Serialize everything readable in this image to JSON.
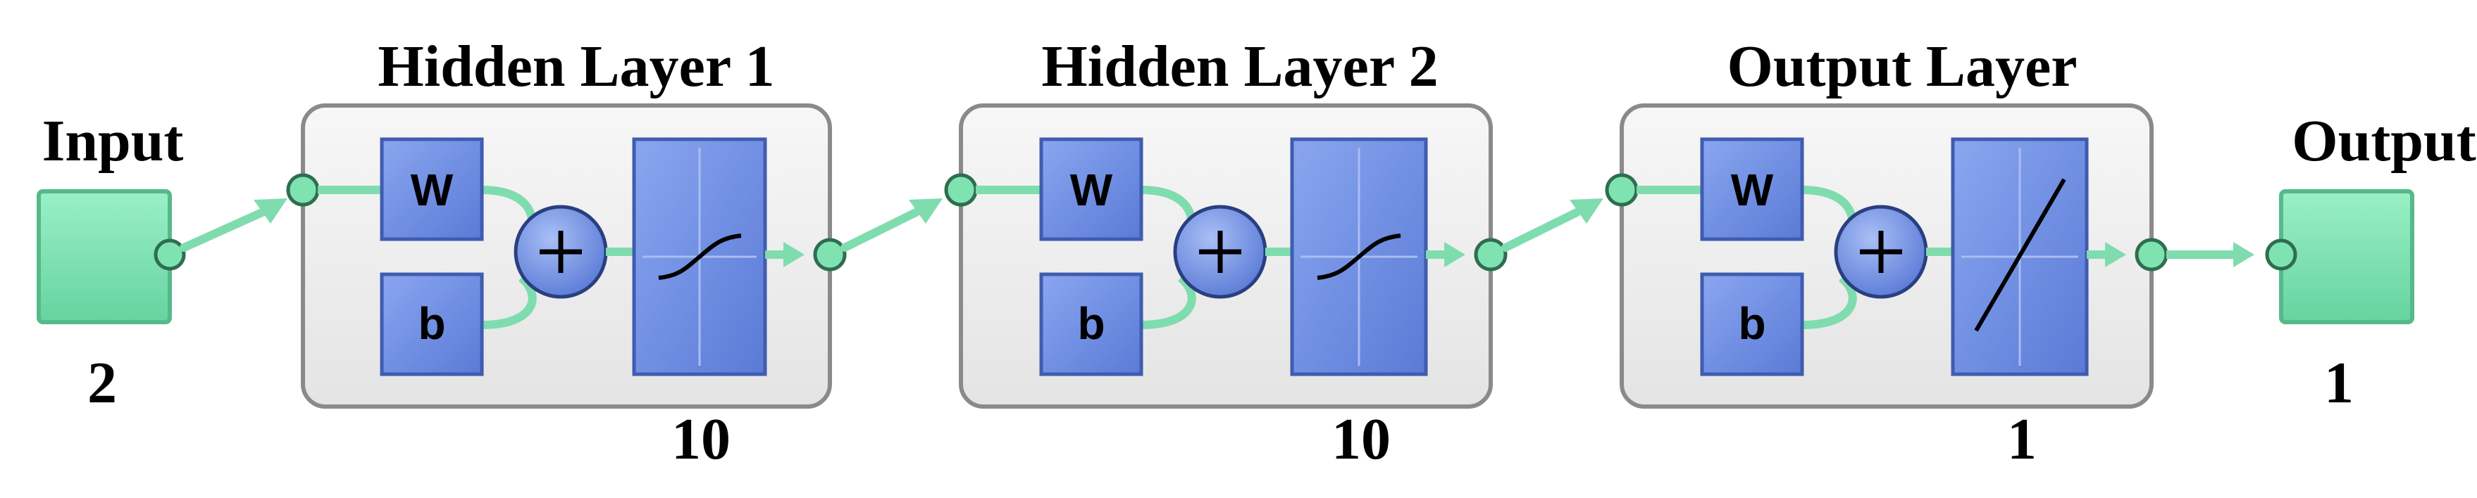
{
  "input": {
    "label": "Input",
    "size": "2"
  },
  "output": {
    "label": "Output",
    "size": "1"
  },
  "layers": [
    {
      "title": "Hidden Layer 1",
      "size": "10",
      "weight_symbol": "W",
      "bias_symbol": "b",
      "transfer": "sigmoid"
    },
    {
      "title": "Hidden Layer 2",
      "size": "10",
      "weight_symbol": "W",
      "bias_symbol": "b",
      "transfer": "sigmoid"
    },
    {
      "title": "Output Layer",
      "size": "1",
      "weight_symbol": "W",
      "bias_symbol": "b",
      "transfer": "linear"
    }
  ],
  "colors": {
    "node_fill": "#7fe3b1",
    "node_border": "#56b98a",
    "connector": "#7fdcae",
    "block_fill": "#6f8fe3",
    "block_border": "#3f5cb0",
    "layer_box_fill": "#ededed",
    "layer_box_border": "#8a8a8a"
  }
}
